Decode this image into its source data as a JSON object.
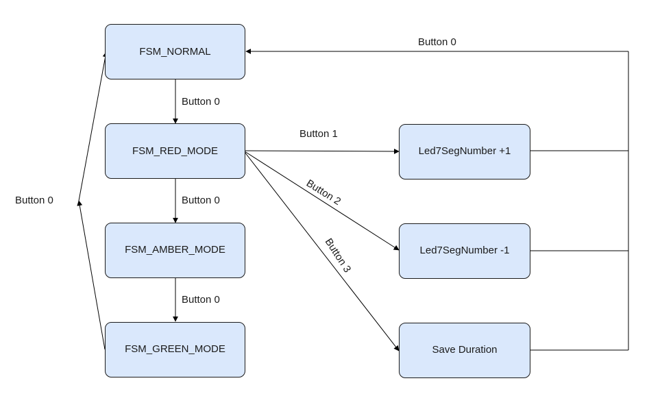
{
  "nodes": {
    "normal": "FSM_NORMAL",
    "red": "FSM_RED_MODE",
    "amber": "FSM_AMBER_MODE",
    "green": "FSM_GREEN_MODE",
    "inc": "Led7SegNumber +1",
    "dec": "Led7SegNumber -1",
    "save": "Save Duration"
  },
  "edges": {
    "normal_to_red": "Button 0",
    "red_to_amber": "Button 0",
    "amber_to_green": "Button 0",
    "green_to_normal": "Button 0",
    "red_to_inc": "Button 1",
    "red_to_dec": "Button 2",
    "red_to_save": "Button 3",
    "return_to_normal": "Button 0"
  },
  "colors": {
    "node_fill": "#dae8fc",
    "node_stroke": "#1a1a1a",
    "edge": "#000000"
  }
}
